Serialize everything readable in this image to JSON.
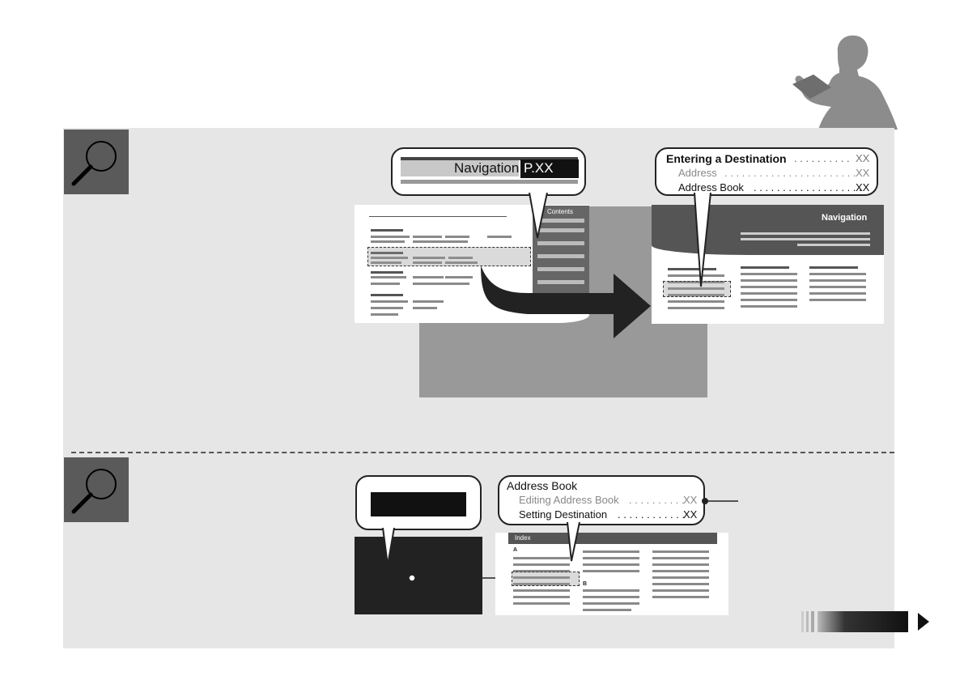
{
  "callout_top_left": {
    "section": "Navigation",
    "page": "P.XX"
  },
  "toc_tab": "Contents",
  "callout_top_right": {
    "heading": "Entering a Destination",
    "heading_page": "XX",
    "items": [
      {
        "label": "Address",
        "page": "XX",
        "style": "gray"
      },
      {
        "label": "Address Book",
        "page": "XX",
        "style": "black"
      }
    ]
  },
  "chapter_title": "Navigation",
  "callout_bottom": {
    "heading": "Address Book",
    "items": [
      {
        "label": "Editing Address Book",
        "page": "XX",
        "style": "gray"
      },
      {
        "label": "Setting Destination",
        "page": "XX",
        "style": "black"
      }
    ]
  },
  "index_tab": "Index",
  "index_letters": [
    "A",
    "B"
  ],
  "colors": {
    "panel": "#e6e6e6",
    "dark": "#222222",
    "mid": "#5a5a5a",
    "shade": "#999999"
  },
  "icons": [
    "magnifier-icon",
    "reading-person-icon",
    "curved-arrow-icon",
    "next-page-arrow-icon"
  ]
}
